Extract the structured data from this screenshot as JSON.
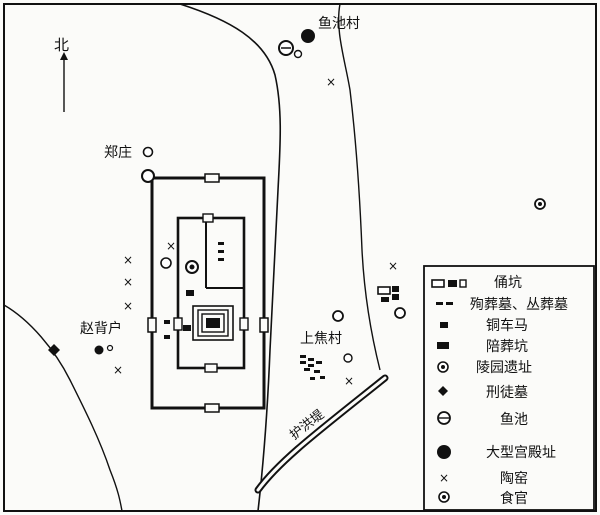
{
  "map": {
    "north_label": "北",
    "places": {
      "yuchi_village": "鱼池村",
      "zhengzhuang": "郑庄",
      "zhaobeihu": "赵背户",
      "shangjiao_village": "上焦村",
      "huhongdi": "护洪堤"
    },
    "legend": [
      {
        "icon": "terracotta-pit-icon",
        "label": "俑坑"
      },
      {
        "icon": "sacrificial-tomb-icon",
        "label": "殉葬墓、丛葬墓"
      },
      {
        "icon": "bronze-chariot-icon",
        "label": "铜车马"
      },
      {
        "icon": "accompanying-pit-icon",
        "label": "陪葬坑"
      },
      {
        "icon": "mausoleum-site-icon",
        "label": "陵园遗址"
      },
      {
        "icon": "convict-tomb-icon",
        "label": "刑徒墓"
      },
      {
        "icon": "fish-pond-icon",
        "label": "鱼池"
      },
      {
        "icon": "palace-site-icon",
        "label": "大型宫殿址"
      },
      {
        "icon": "kiln-icon",
        "label": "陶窑"
      },
      {
        "icon": "food-office-icon",
        "label": "食官"
      }
    ],
    "colors": {
      "ink": "#111111",
      "paper": "#fbfbf9"
    }
  }
}
